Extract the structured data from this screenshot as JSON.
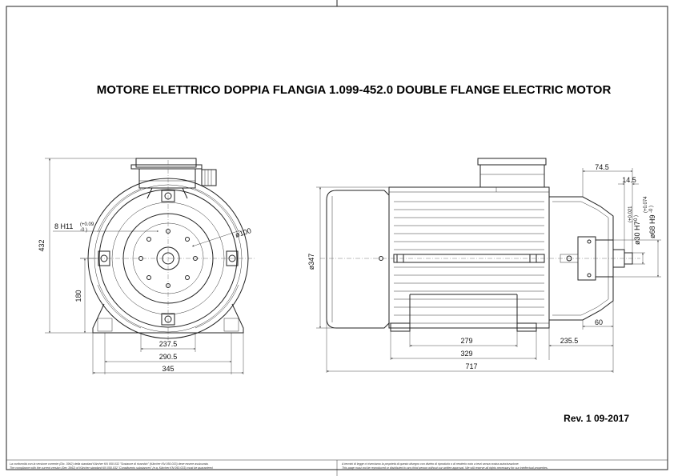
{
  "title": "MOTORE ELETTRICO DOPPIA FLANGIA 1.099-452.0 DOUBLE FLANGE ELECTRIC MOTOR",
  "revision": "Rev. 1  09-2017",
  "front_view": {
    "bolt_note": "8 H11",
    "bolt_tol_upper": "(+0.09",
    "bolt_tol_lower": "-0 )",
    "pcd": "ø100",
    "height_total": "432",
    "shaft_height": "180",
    "foot_bolt_span": "237.5",
    "foot_span": "290.5",
    "foot_width": "345"
  },
  "side_view": {
    "body_dia": "ø347",
    "dim_745": "74.5",
    "dim_145": "14.5",
    "shaft_dia": "ø30 H7",
    "shaft_tol_upper": "(+0.021",
    "shaft_tol_lower": "-0 )",
    "spigot_dia": "ø68 H9",
    "spigot_tol_upper": "(+0.074",
    "spigot_tol_lower": "-0 )",
    "dim_60": "60",
    "dim_279": "279",
    "dim_2355": "235.5",
    "dim_329": "329",
    "length_total": "717"
  },
  "footer": {
    "left_line1": "La conformità con la versione corrente (Dic. 3962) della standard Kärcher KN 050.032 \"Sostanze di ricambio\" (Kärcher KN 050.033) deve essere assicurata.",
    "left_line2": "The compliance with the current version (Dec 3962) of Kärcher standard KN 050.032 \"Constituents substances\" (e.g. Kärcher KN 050.033) must be guaranteed.",
    "right_line1": "A termini di legge ci riserviamo la proprietà di questo disegno con divieto di riprodurlo o di renderlo noto a terzi senza nostra autorizzazione.",
    "right_line2": "This page must not be reproduced or distributed to any third person without our written approval. We will reserve all rights necessary for our intellectual properties."
  }
}
